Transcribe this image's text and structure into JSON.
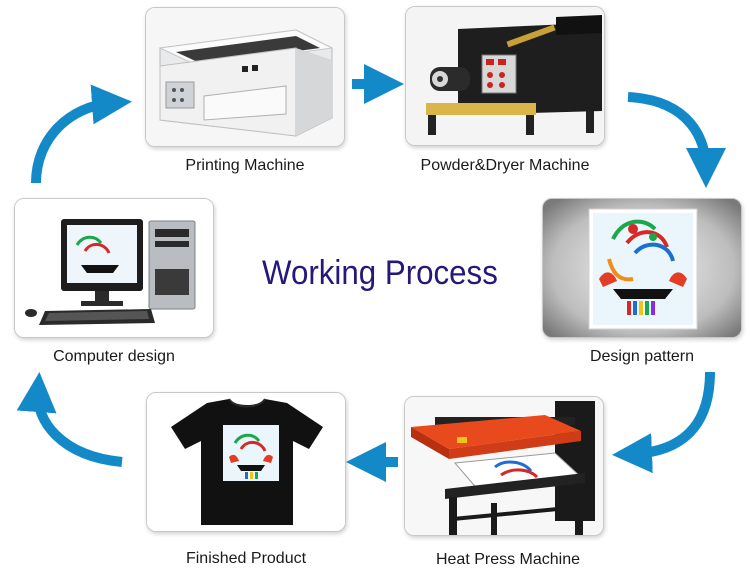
{
  "title": "Working Process",
  "steps": [
    {
      "label": "Printing Machine",
      "icon": "printer-icon"
    },
    {
      "label": "Powder&Dryer Machine",
      "icon": "powder-dryer-icon"
    },
    {
      "label": "Design pattern",
      "icon": "design-pattern-icon"
    },
    {
      "label": "Heat Press Machine",
      "icon": "heat-press-icon"
    },
    {
      "label": "Finished Product",
      "icon": "tshirt-icon"
    },
    {
      "label": "Computer design",
      "icon": "computer-icon"
    }
  ],
  "colors": {
    "arrow": "#1389c8",
    "title": "#24187a",
    "press_red": "#e84a1e",
    "machine_dark": "#1e1e1e"
  }
}
